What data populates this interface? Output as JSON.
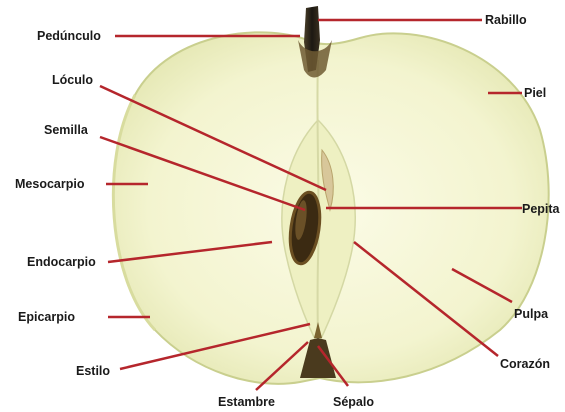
{
  "diagram": {
    "colors": {
      "leader_line": "#b5262c",
      "flesh": "#f3f4cf",
      "skin": "#e6e8b4",
      "core": "#eef0c2",
      "seed": "#3b2a12",
      "stem": "#2a2418"
    },
    "labels": {
      "pedunculo": "Pedúnculo",
      "rabillo": "Rabillo",
      "loculo": "Lóculo",
      "piel": "Piel",
      "semilla": "Semilla",
      "mesocarpio": "Mesocarpio",
      "pepita": "Pepita",
      "endocarpio": "Endocarpio",
      "pulpa": "Pulpa",
      "epicarpio": "Epicarpio",
      "corazon": "Corazón",
      "estilo": "Estilo",
      "estambre": "Estambre",
      "sepalo": "Sépalo"
    }
  }
}
